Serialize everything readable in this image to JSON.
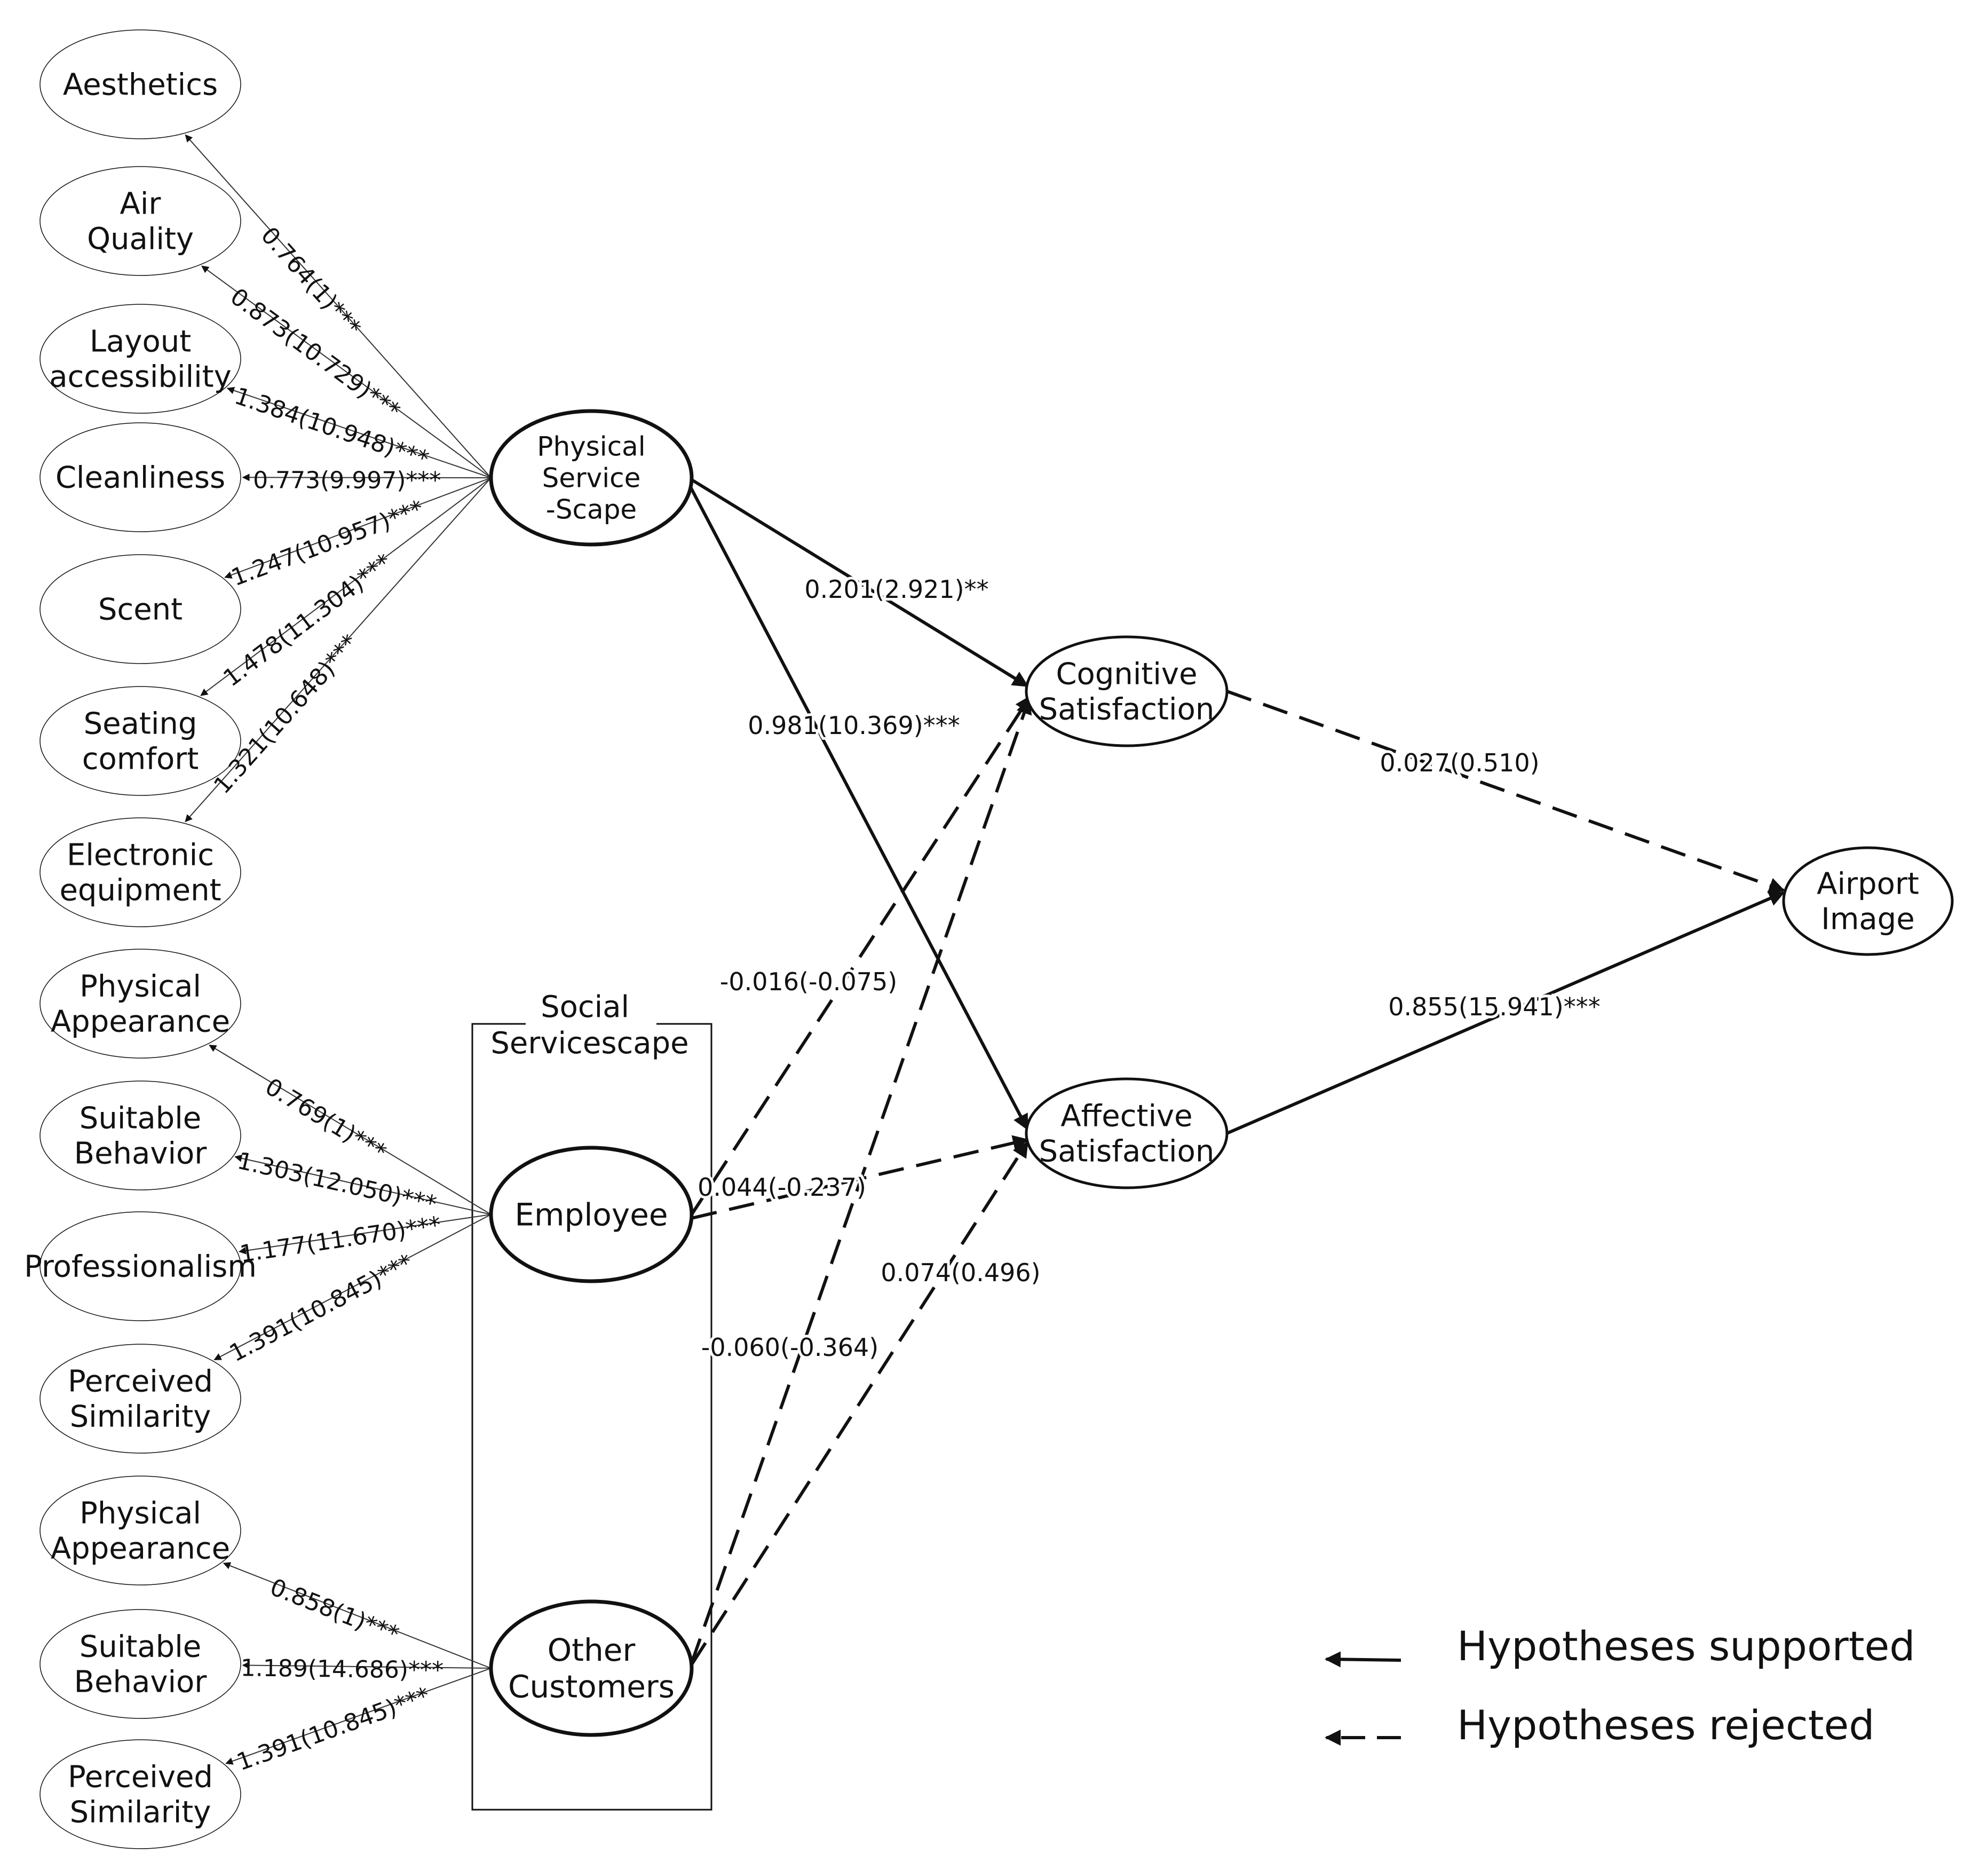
{
  "nodes": {
    "aesthetics": [
      "Aesthetics"
    ],
    "air_quality": [
      "Air",
      "Quality"
    ],
    "layout_accessibility": [
      "Layout",
      "accessibility"
    ],
    "cleanliness": [
      "Cleanliness"
    ],
    "scent": [
      "Scent"
    ],
    "seating_comfort": [
      "Seating",
      "comfort"
    ],
    "electronic_equipment": [
      "Electronic",
      "equipment"
    ],
    "emp_physical_appearance": [
      "Physical",
      "Appearance"
    ],
    "emp_suitable_behavior": [
      "Suitable",
      "Behavior"
    ],
    "professionalism": [
      "Professionalism"
    ],
    "emp_perceived_similarity": [
      "Perceived",
      "Similarity"
    ],
    "cust_physical_appearance": [
      "Physical",
      "Appearance"
    ],
    "cust_suitable_behavior": [
      "Suitable",
      "Behavior"
    ],
    "cust_perceived_similarity": [
      "Perceived",
      "Similarity"
    ],
    "physical_servicescape": [
      "Physical",
      "Service",
      "-Scape"
    ],
    "employee": [
      "Employee"
    ],
    "other_customers": [
      "Other",
      "Customers"
    ],
    "cognitive_satisfaction": [
      "Cognitive",
      "Satisfaction"
    ],
    "affective_satisfaction": [
      "Affective",
      "Satisfaction"
    ],
    "airport_image": [
      "Airport",
      "Image"
    ]
  },
  "group": {
    "social_servicescape": [
      "Social",
      "Servicescape"
    ]
  },
  "loadings": {
    "aesthetics": "0.764(1)***",
    "air_quality": "0.873(10.729)***",
    "layout_accessibility": "1.384(10.948)***",
    "cleanliness": "0.773(9.997)***",
    "scent": "1.247(10.957)***",
    "seating_comfort": "1.478(11.304)***",
    "electronic_equipment": "1.321(10.648)***",
    "emp_physical_appearance": "0.769(1)***",
    "emp_suitable_behavior": "1.303(12.050)***",
    "professionalism": "1.177(11.670)***",
    "emp_perceived_similarity": "1.391(10.845)***",
    "cust_physical_appearance": "0.858(1)***",
    "cust_suitable_behavior": "1.189(14.686)***",
    "cust_perceived_similarity": "1.391(10.845)***"
  },
  "paths": {
    "phys_cog": {
      "label": "0.201(2.921)**",
      "supported": true
    },
    "phys_aff": {
      "label": "0.981(10.369)***",
      "supported": true
    },
    "emp_cog": {
      "label": "-0.016(-0.075)",
      "supported": false
    },
    "emp_aff": {
      "label": "0.044(-0.237)",
      "supported": false
    },
    "cust_cog": {
      "label": "-0.060(-0.364)",
      "supported": false
    },
    "cust_aff": {
      "label": "0.074(0.496)",
      "supported": false
    },
    "cog_img": {
      "label": "0.027(0.510)",
      "supported": false
    },
    "aff_img": {
      "label": "0.855(15.941)***",
      "supported": true
    }
  },
  "legend": {
    "supported": "Hypotheses supported",
    "rejected": "Hypotheses rejected"
  }
}
